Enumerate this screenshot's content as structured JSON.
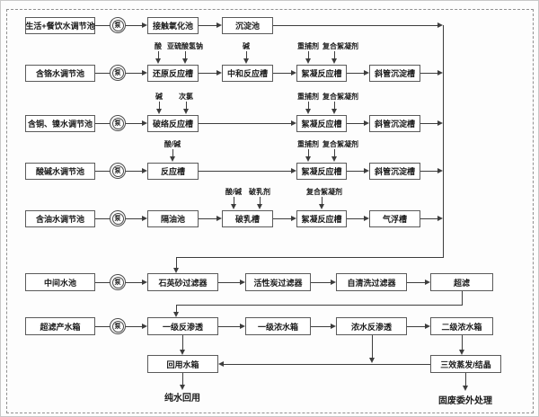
{
  "pump_label": "泵",
  "nodes": {
    "row1": {
      "source": "生活+餐饮水调节池",
      "contact_oxidation": "接触氧化池",
      "sedimentation": "沉淀池"
    },
    "row2": {
      "source": "含铬水调节池",
      "reduction": "还原反应槽",
      "neutralization": "中和反应槽",
      "flocculation": "絮凝反应槽",
      "settler": "斜管沉淀槽"
    },
    "row3": {
      "source": "含铜、镍水调节池",
      "complex_breaking": "破络反应槽",
      "flocculation": "絮凝反应槽",
      "settler": "斜管沉淀槽"
    },
    "row4": {
      "source": "酸碱水调节池",
      "reaction": "反应槽",
      "flocculation": "絮凝反应槽",
      "settler": "斜管沉淀槽"
    },
    "row5": {
      "source": "含油水调节池",
      "oil_separator": "隔油池",
      "demulsification": "破乳槽",
      "flocculation": "絮凝反应槽",
      "air_flotation": "气浮槽"
    },
    "row6": {
      "source": "中间水池",
      "quartz_filter": "石英砂过滤器",
      "carbon_filter": "活性炭过滤器",
      "self_cleaning_filter": "自清洗过滤器",
      "ultrafiltration": "超滤"
    },
    "row7": {
      "source": "超滤产水箱",
      "ro1": "一级反渗透",
      "concentrate1": "一级浓水箱",
      "concentrate_ro": "浓水反渗透",
      "concentrate2": "二级浓水箱"
    },
    "row8": {
      "reuse_tank": "回用水箱",
      "evaporation": "三效蒸发/结晶"
    }
  },
  "reagents": {
    "acid": "酸",
    "sodium_bisulfite": "亚硫酸氢钠",
    "alkali": "碱",
    "hypochlorite": "次氯",
    "acid_alkali": "酸/碱",
    "demulsifier": "破乳剂",
    "heavy_metal_catcher": "重捕剂",
    "composite_flocculant": "复合絮凝剂"
  },
  "outputs": {
    "pure_water": "纯水回用",
    "solid_waste": "固废委外处理"
  },
  "colors": {
    "line": "#3d3d3d",
    "box_border": "#5a5a5a",
    "box_fill": "#ffffff",
    "text": "#1a1a1a",
    "background": "#fdfdfd"
  }
}
